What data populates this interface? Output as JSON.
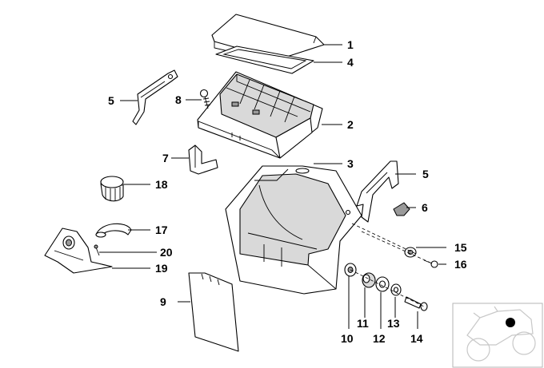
{
  "diagram": {
    "callouts": [
      {
        "id": "c1",
        "text": "1"
      },
      {
        "id": "c4",
        "text": "4"
      },
      {
        "id": "c5a",
        "text": "5"
      },
      {
        "id": "c8",
        "text": "8"
      },
      {
        "id": "c2",
        "text": "2"
      },
      {
        "id": "c7",
        "text": "7"
      },
      {
        "id": "c3",
        "text": "3"
      },
      {
        "id": "c5b",
        "text": "5"
      },
      {
        "id": "c18",
        "text": "18"
      },
      {
        "id": "c6",
        "text": "6"
      },
      {
        "id": "c17",
        "text": "17"
      },
      {
        "id": "c15",
        "text": "15"
      },
      {
        "id": "c20",
        "text": "20"
      },
      {
        "id": "c16",
        "text": "16"
      },
      {
        "id": "c19",
        "text": "19"
      },
      {
        "id": "c9",
        "text": "9"
      },
      {
        "id": "c10",
        "text": "10"
      },
      {
        "id": "c11",
        "text": "11"
      },
      {
        "id": "c12",
        "text": "12"
      },
      {
        "id": "c13",
        "text": "13"
      },
      {
        "id": "c14",
        "text": "14"
      }
    ]
  }
}
